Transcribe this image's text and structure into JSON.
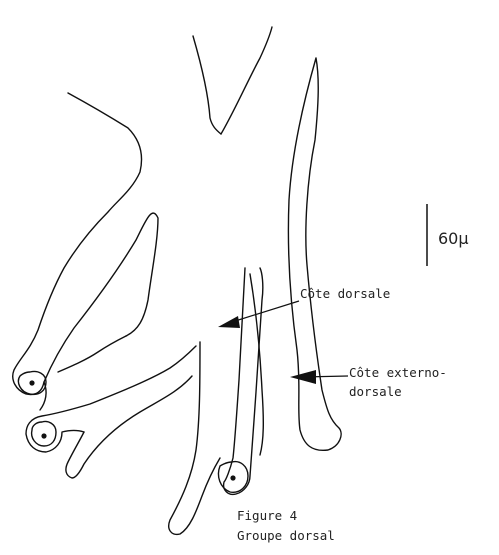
{
  "labels": {
    "cote_dorsale": "Côte dorsale",
    "cote_externo_line1": "Côte externo-",
    "cote_externo_line2": "dorsale",
    "figure_number": "Figure 4",
    "figure_caption": "Groupe dorsal"
  },
  "scale_bar": {
    "label": "60µ"
  },
  "colors": {
    "ink": "#111111",
    "paper": "#ffffff"
  }
}
